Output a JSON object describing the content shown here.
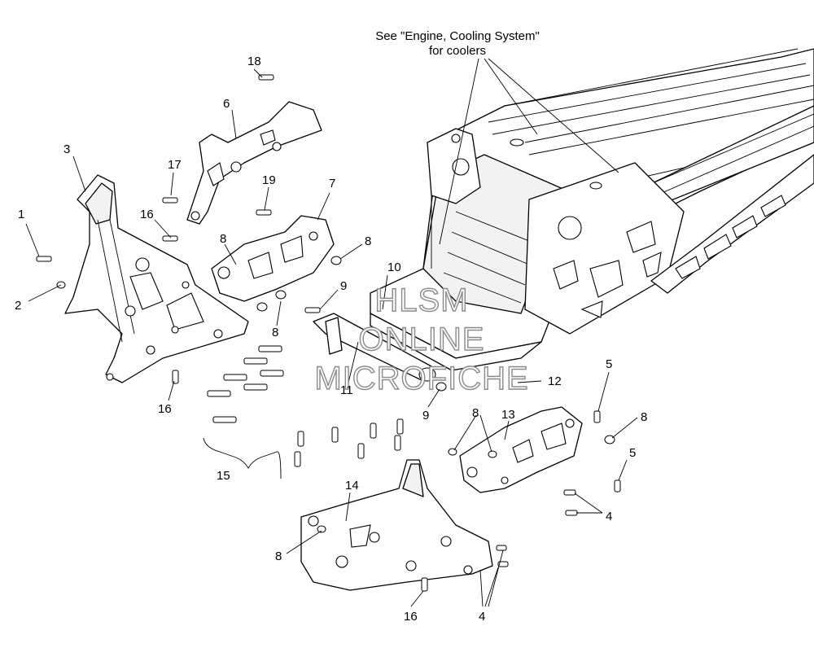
{
  "diagram": {
    "note_line1": "See \"Engine, Cooling System\"",
    "note_line2": "for coolers",
    "watermark": [
      "HLSM",
      "ONLINE",
      "MICROFICHE"
    ],
    "callouts": {
      "c1": "1",
      "c2": "2",
      "c3": "3",
      "c4a": "4",
      "c4b": "4",
      "c5a": "5",
      "c5b": "5",
      "c6": "6",
      "c7": "7",
      "c8a": "8",
      "c8b": "8",
      "c8c": "8",
      "c8d": "8",
      "c8e": "8",
      "c8f": "8",
      "c9a": "9",
      "c9b": "9",
      "c10": "10",
      "c11": "11",
      "c12": "12",
      "c13": "13",
      "c14": "14",
      "c15": "15",
      "c16a": "16",
      "c16b": "16",
      "c16c": "16",
      "c17": "17",
      "c18": "18",
      "c19": "19"
    }
  }
}
